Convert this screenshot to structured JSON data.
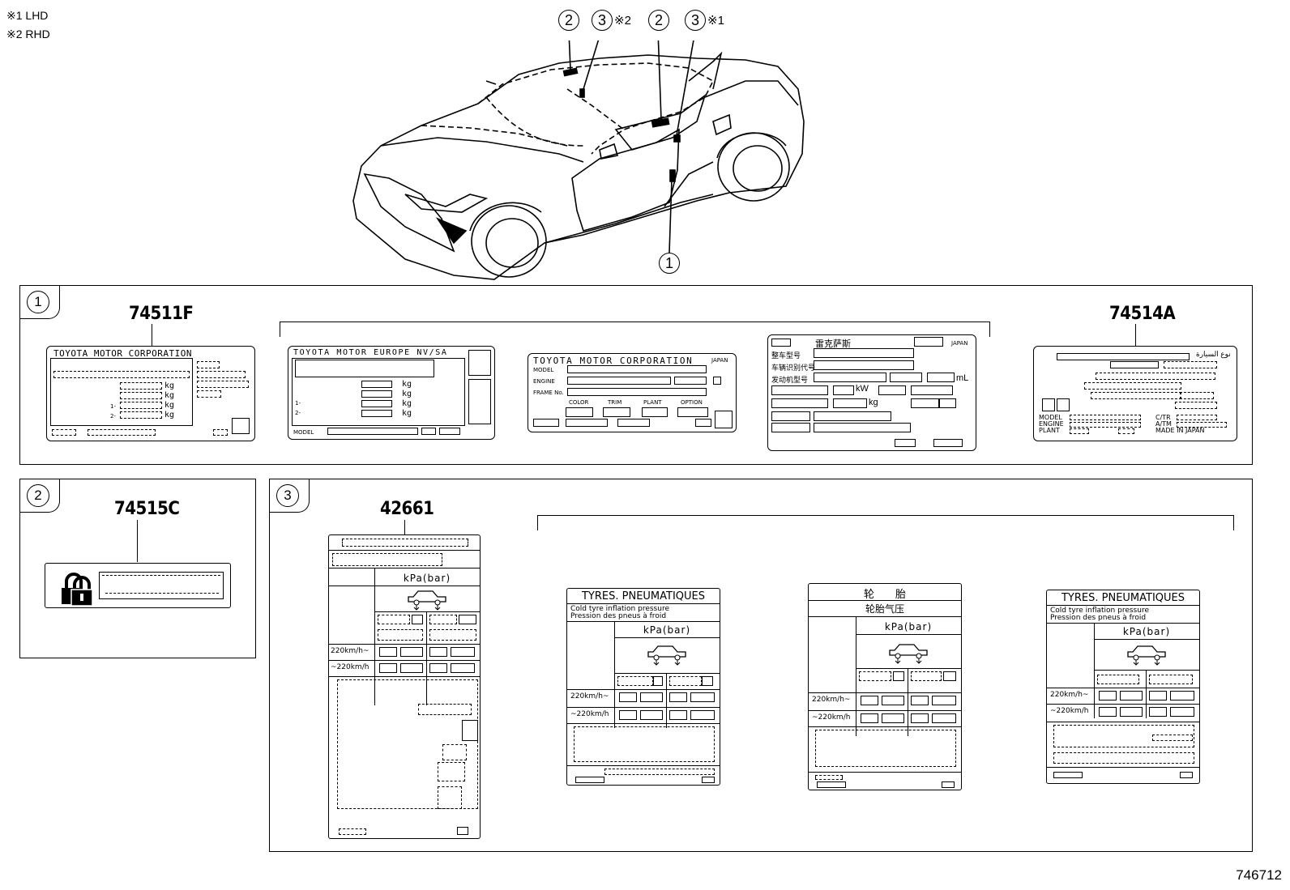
{
  "notes": [
    "※1 LHD",
    "※2 RHD"
  ],
  "callouts": {
    "c2a": "2",
    "c3a": "3",
    "c3a_note": "※2",
    "c2b": "2",
    "c3b": "3",
    "c3b_note": "※1",
    "c1": "1"
  },
  "panels": {
    "p1": {
      "num": "1",
      "parts": [
        "74511F",
        "74514A"
      ]
    },
    "p2": {
      "num": "2",
      "parts": [
        "74515C"
      ]
    },
    "p3": {
      "num": "3",
      "parts": [
        "42661"
      ]
    }
  },
  "label_74511F": {
    "title": "TOYOTA MOTOR CORPORATION",
    "units": [
      "kg",
      "kg",
      "kg",
      "kg"
    ],
    "prefixes": [
      "1-",
      "2-"
    ]
  },
  "label_eu": {
    "title": "TOYOTA MOTOR EUROPE NV/SA",
    "units": [
      "kg",
      "kg",
      "kg",
      "kg"
    ],
    "prefixes": [
      "1-",
      "2-"
    ],
    "footer": "MODEL"
  },
  "label_jp": {
    "title": "TOYOTA MOTOR CORPORATION",
    "origin": "JAPAN",
    "rows": [
      "MODEL",
      "ENGINE",
      "FRAME No."
    ],
    "cols": [
      "COLOR",
      "TRIM",
      "PLANT",
      "OPTION"
    ]
  },
  "label_cn": {
    "head": "雷克萨斯",
    "origin": "JAPAN",
    "rows": [
      "整车型号",
      "车辆识别代号",
      "发动机型号"
    ],
    "units": [
      "mL",
      "kW",
      "kg"
    ]
  },
  "label_74514A": {
    "arabic": "نوع السيارة",
    "left_rows": [
      "MODEL",
      "ENGINE",
      "PLANT"
    ],
    "right_rows": [
      "C/TR",
      "A/TM",
      "MADE IN JAPAN"
    ]
  },
  "tyre_42661": {
    "kpa": "kPa(bar)",
    "speeds": [
      "220km/h~",
      "~220km/h"
    ]
  },
  "tyre_labels": [
    {
      "title": "TYRES. PNEUMATIQUES",
      "sub1": "Cold tyre inflation pressure",
      "sub2": "Pression des pneus à froid",
      "kpa": "kPa(bar)",
      "speeds": [
        "220km/h~",
        "~220km/h"
      ]
    },
    {
      "title": "轮　　胎",
      "sub1": "轮胎气压",
      "sub2": "",
      "kpa": "kPa(bar)",
      "speeds": [
        "220km/h~",
        "~220km/h"
      ]
    },
    {
      "title": "TYRES. PNEUMATIQUES",
      "sub1": "Cold tyre inflation pressure",
      "sub2": "Pression des pneus à froid",
      "kpa": "kPa(bar)",
      "speeds": [
        "220km/h~",
        "~220km/h"
      ]
    }
  ],
  "figure_number": "746712"
}
